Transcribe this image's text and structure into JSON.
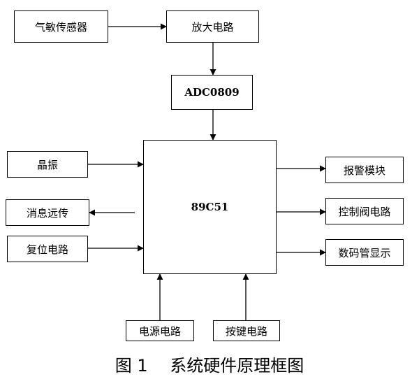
{
  "nodes": {
    "gas_sensor": "气敏传感器",
    "amplifier": "放大电路",
    "adc": "ADC0809",
    "mcu": "89C51",
    "crystal": "晶振",
    "remote_msg": "消息远传",
    "reset": "复位电路",
    "alarm": "报警模块",
    "valve_ctrl": "控制阀电路",
    "display": "数码管显示",
    "power": "电源电路",
    "keys": "按键电路"
  },
  "caption": "图 1　 系统硬件原理框图"
}
